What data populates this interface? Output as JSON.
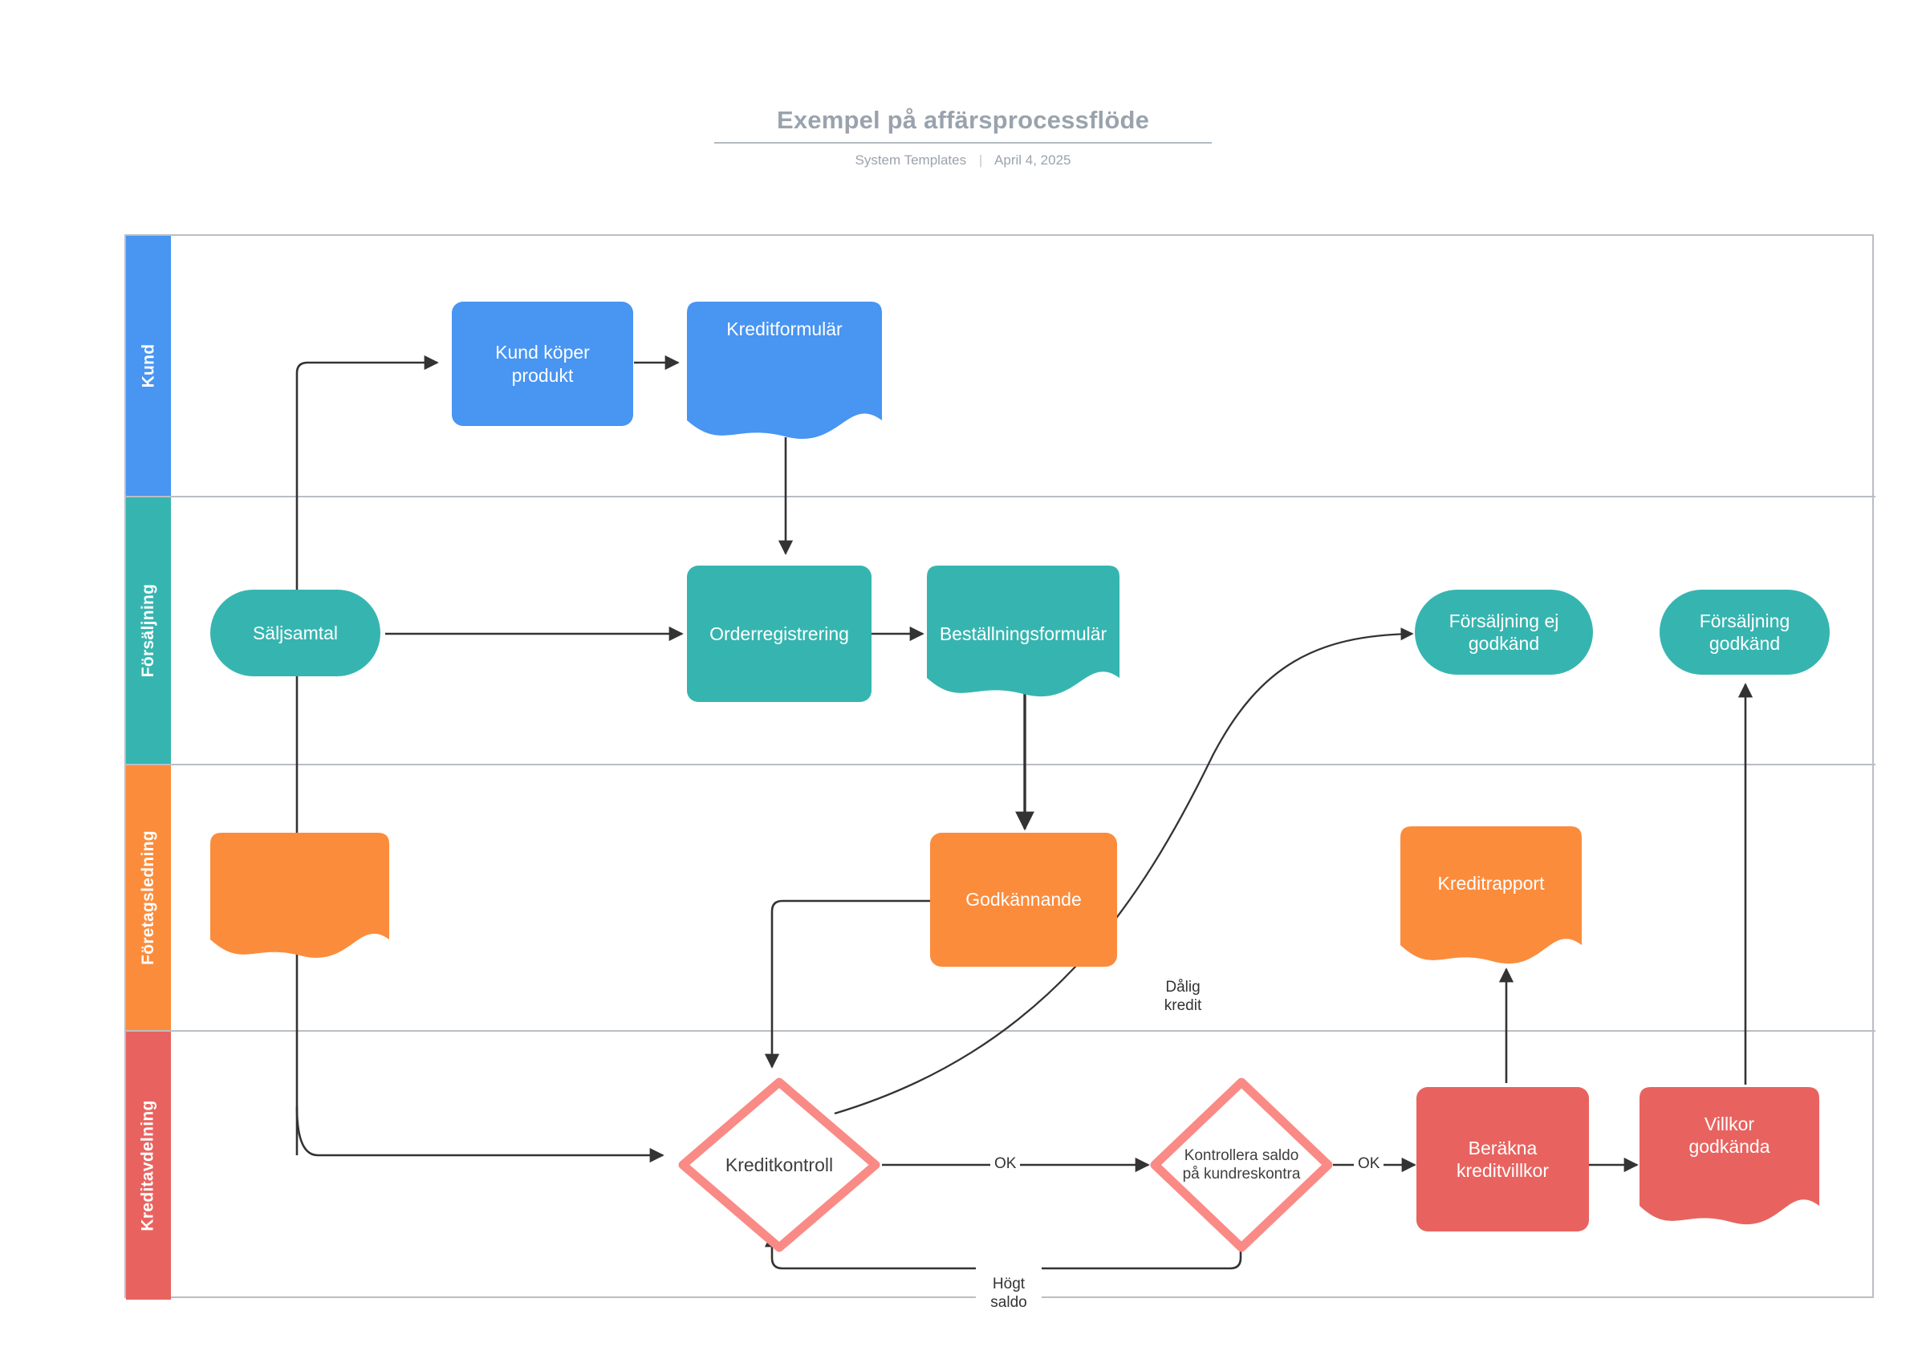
{
  "header": {
    "title": "Exempel på affärsprocessflöde",
    "source": "System Templates",
    "divider": "|",
    "date": "April 4, 2025"
  },
  "palette": {
    "customer_blue": "#4895f2",
    "sales_teal": "#36b5b0",
    "management_orange": "#fb8c3c",
    "credit_red": "#e8635f",
    "decision_border": "#fa8a85",
    "lane_border": "#b9bec4",
    "edge_stroke": "#333333",
    "title_gray": "#9aa3ad",
    "node_text": "#ffffff",
    "decision_text": "#3f3f3f"
  },
  "lanes": [
    {
      "id": "kund",
      "label": "Kund",
      "color": "#4895f2"
    },
    {
      "id": "forsaljning",
      "label": "Försäljning",
      "color": "#36b5b0"
    },
    {
      "id": "foretagsledning",
      "label": "Företagsledning",
      "color": "#fb8c3c"
    },
    {
      "id": "kreditavdelning",
      "label": "Kreditavdelning",
      "color": "#e8635f"
    }
  ],
  "nodes": {
    "kund_koper_produkt": {
      "label": "Kund köper\nprodukt",
      "shape": "process",
      "lane": "kund"
    },
    "kreditformular": {
      "label": "Kreditformulär",
      "shape": "document",
      "lane": "kund"
    },
    "saljsamtal": {
      "label": "Säljsamtal",
      "shape": "terminator",
      "lane": "forsaljning"
    },
    "orderregistrering": {
      "label": "Orderregistrering",
      "shape": "process",
      "lane": "forsaljning"
    },
    "bestallningsformular": {
      "label": "Beställningsformulär",
      "shape": "document",
      "lane": "forsaljning"
    },
    "forsaljning_ej_godkand": {
      "label": "Försäljning ej\ngodkänd",
      "shape": "terminator",
      "lane": "forsaljning"
    },
    "forsaljning_godkand": {
      "label": "Försäljning\ngodkänd",
      "shape": "terminator",
      "lane": "forsaljning"
    },
    "tom_dokument": {
      "label": "",
      "shape": "document",
      "lane": "foretagsledning"
    },
    "godkannande": {
      "label": "Godkännande",
      "shape": "process",
      "lane": "foretagsledning"
    },
    "kreditrapport": {
      "label": "Kreditrapport",
      "shape": "document",
      "lane": "foretagsledning"
    },
    "kreditkontroll": {
      "label": "Kreditkontroll",
      "shape": "decision",
      "lane": "kreditavdelning"
    },
    "kontrollera_saldo": {
      "label": "Kontrollera saldo\npå kundreskontra",
      "shape": "decision",
      "lane": "kreditavdelning"
    },
    "berakna_kreditvillkor": {
      "label": "Beräkna\nkreditvillkor",
      "shape": "process",
      "lane": "kreditavdelning"
    },
    "villkor_godkanda": {
      "label": "Villkor\ngodkända",
      "shape": "document",
      "lane": "kreditavdelning"
    }
  },
  "edge_labels": {
    "ok_1": "OK",
    "ok_2": "OK",
    "dalig_kredit": "Dålig\nkredit",
    "hogt_saldo": "Högt\nsaldo"
  }
}
